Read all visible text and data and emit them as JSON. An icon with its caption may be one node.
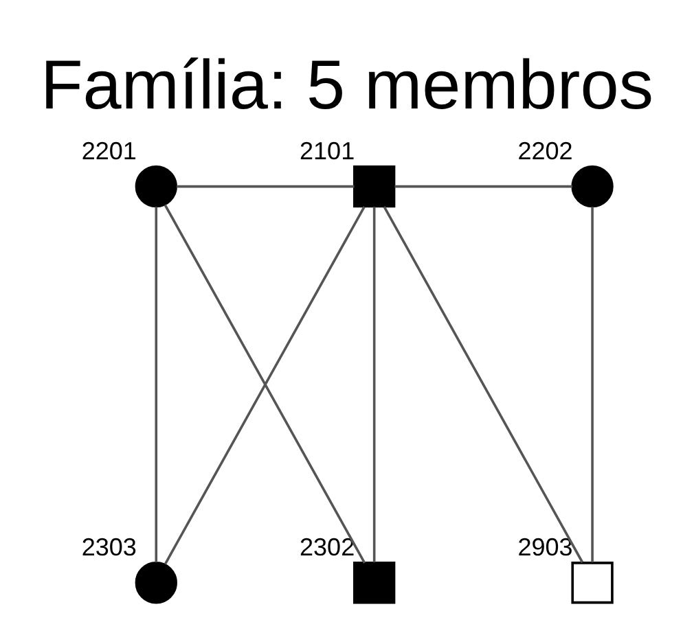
{
  "diagram": {
    "title": "Família: 5 membros",
    "nodes": [
      {
        "text": [],
        "shape": "circle",
        "beside": [
          "2201"
        ]
      },
      {
        "text": [],
        "shape": "box",
        "beside": [
          "2101"
        ]
      },
      {
        "text": [],
        "shape": "circle",
        "beside": [
          "2202"
        ]
      },
      {
        "text": [],
        "shape": "box",
        "beside": [
          "2302"
        ]
      },
      {
        "text": [],
        "shape": "circle",
        "beside": [
          "2303"
        ]
      },
      {
        "text": [],
        "shape": "box",
        "beside": [
          "2903"
        ]
      }
    ],
    "edges": [
      {
        "from": 0,
        "to": 1,
        "arrow": "none"
      },
      {
        "from": 1,
        "to": 2,
        "arrow": "none"
      },
      {
        "from": 0,
        "to": 3,
        "arrow": "none"
      },
      {
        "from": 1,
        "to": 3,
        "arrow": "none"
      },
      {
        "from": 0,
        "to": 4,
        "arrow": "none"
      },
      {
        "from": 1,
        "to": 4,
        "arrow": "none"
      },
      {
        "from": 1,
        "to": 5,
        "arrow": "none"
      },
      {
        "from": 2,
        "to": 5,
        "arrow": "none"
      }
    ]
  }
}
